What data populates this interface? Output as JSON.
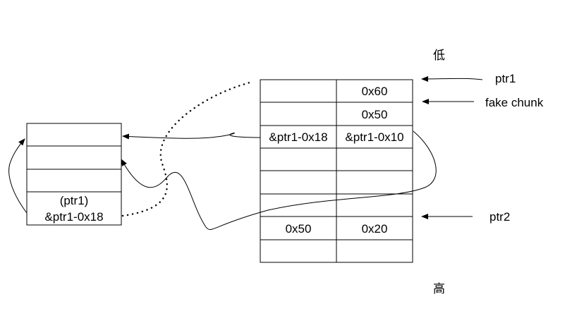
{
  "direction_labels": {
    "low": "低",
    "high": "高"
  },
  "pointer_labels": {
    "ptr1": "ptr1",
    "fake_chunk": "fake chunk",
    "ptr2": "ptr2"
  },
  "right_table": {
    "rows": [
      [
        "",
        "0x60"
      ],
      [
        "",
        "0x50"
      ],
      [
        "&ptr1-0x18",
        "&ptr1-0x10"
      ],
      [
        "",
        ""
      ],
      [
        "",
        ""
      ],
      [
        "",
        ""
      ],
      [
        "0x50",
        "0x20"
      ],
      [
        "",
        ""
      ]
    ]
  },
  "left_table": {
    "rows": [
      [
        ""
      ],
      [
        ""
      ],
      [
        ""
      ],
      [
        "(ptr1)",
        "&ptr1-0x18"
      ]
    ]
  }
}
